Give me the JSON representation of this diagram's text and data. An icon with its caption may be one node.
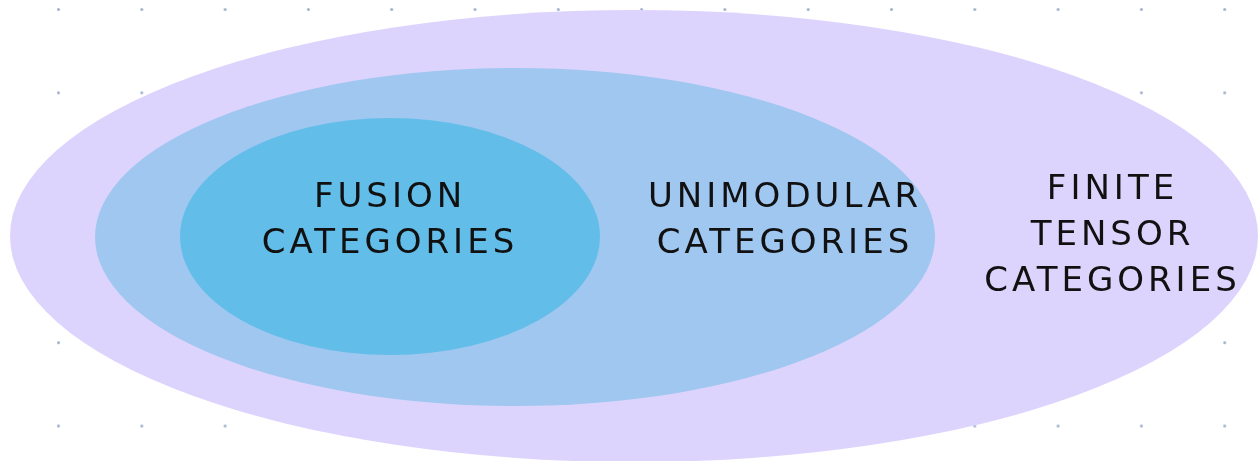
{
  "diagram": {
    "nodes": [
      {
        "text": [
          "FINITE TENSOR CATEGORIES"
        ]
      },
      {
        "text": [
          "UNIMODULAR CATEGORIES"
        ],
        "in": 0
      },
      {
        "text": [
          "FUSION CATEGORIES"
        ],
        "in": 1
      }
    ]
  }
}
